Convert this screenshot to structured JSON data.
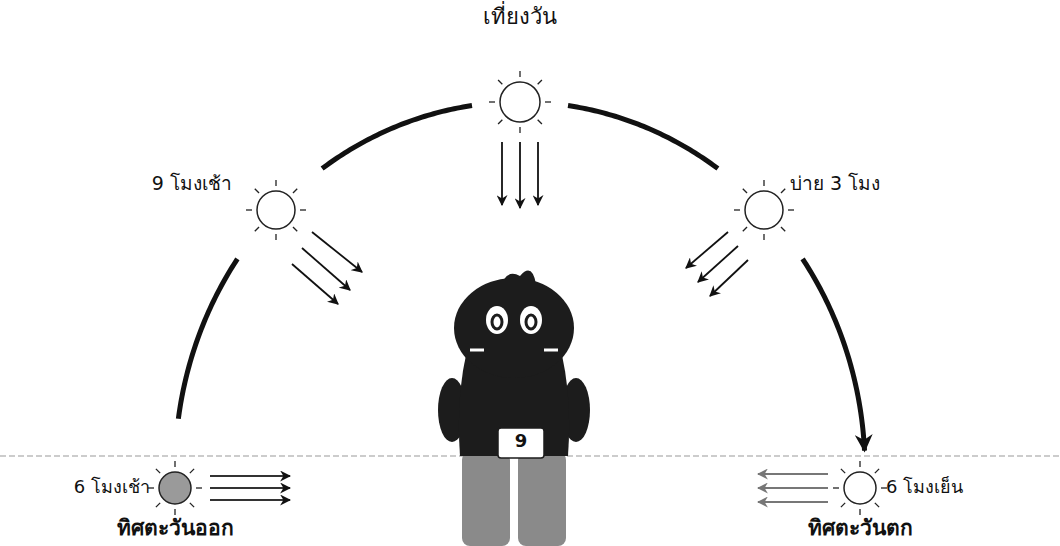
{
  "diagram": {
    "labels": [
      "เที่ยงวัน",
      "9 โมงเช้า",
      "บ่าย 3 โมง",
      "9",
      "6 โมงเช้า",
      "6 โมงเย็น",
      "ทิศตะวันออก",
      "ทิศตะวันตก"
    ]
  }
}
